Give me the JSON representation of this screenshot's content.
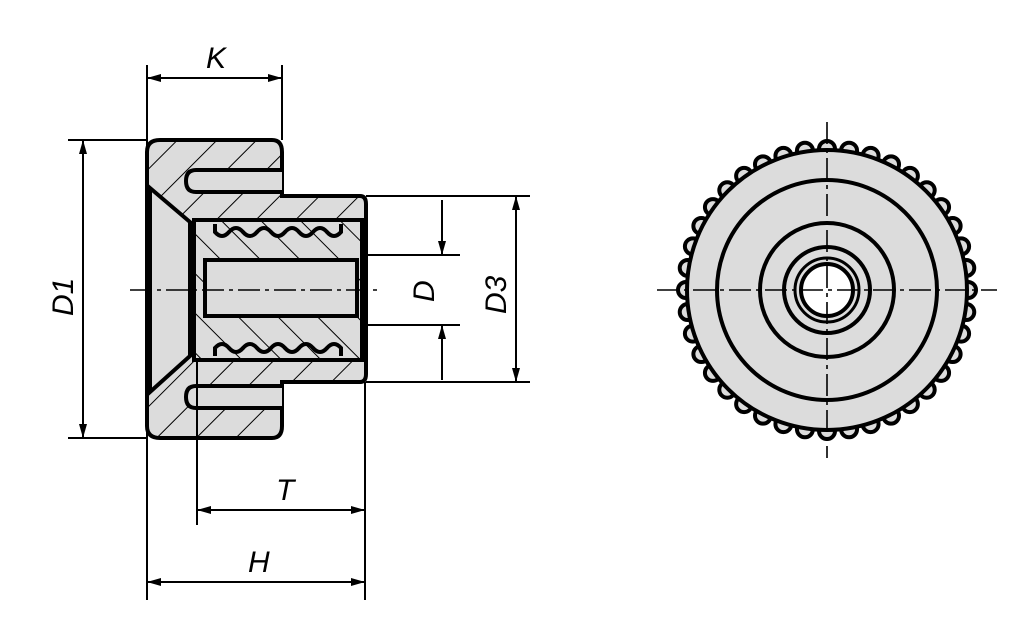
{
  "drawing": {
    "labels": {
      "K": "K",
      "D1": "D1",
      "D": "D",
      "D3": "D3",
      "T": "T",
      "H": "H"
    },
    "colors": {
      "part_fill": "#dcdcdc",
      "line": "#000000",
      "background": "#ffffff"
    },
    "views": [
      "section-side-view",
      "front-view-knurled"
    ]
  }
}
